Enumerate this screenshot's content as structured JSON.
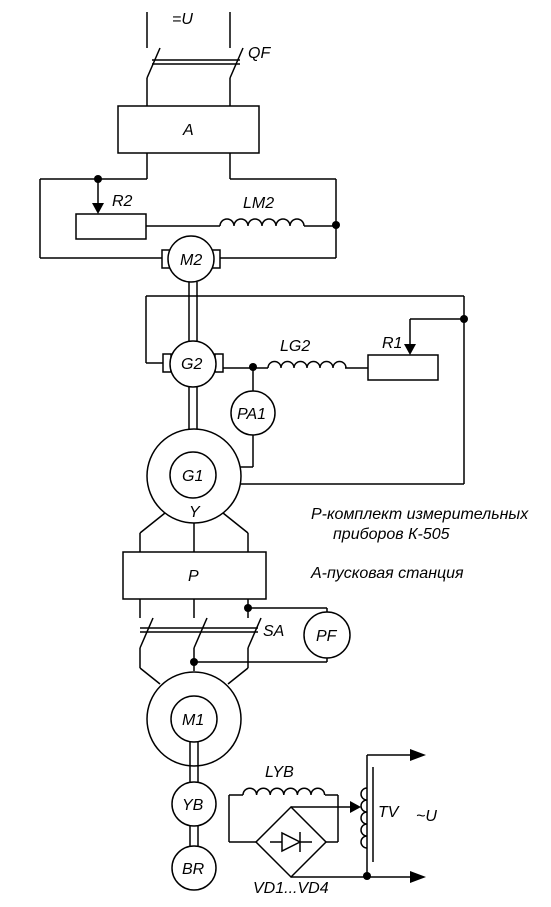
{
  "labels": {
    "supply_dc": "=U",
    "breaker": "QF",
    "starter_a": "A",
    "resistor_r2": "R2",
    "inductor_lm2": "LM2",
    "motor_m2": "M2",
    "generator_g2": "G2",
    "inductor_lg2": "LG2",
    "resistor_r1": "R1",
    "ammeter_pa1": "PA1",
    "generator_g1": "G1",
    "wye": "Y",
    "meters_p": "P",
    "switch_sa": "SA",
    "freq_meter_pf": "PF",
    "motor_m1": "M1",
    "brake_yb": "YB",
    "inductor_lyb": "LYB",
    "transformer_tv": "TV",
    "supply_ac": "~U",
    "brake_br": "BR",
    "diodes": "VD1...VD4"
  },
  "notes": {
    "p_line1": "P-комплект измерительных",
    "p_line2": "приборов К-505",
    "a_line": "А-пусковая станция"
  }
}
